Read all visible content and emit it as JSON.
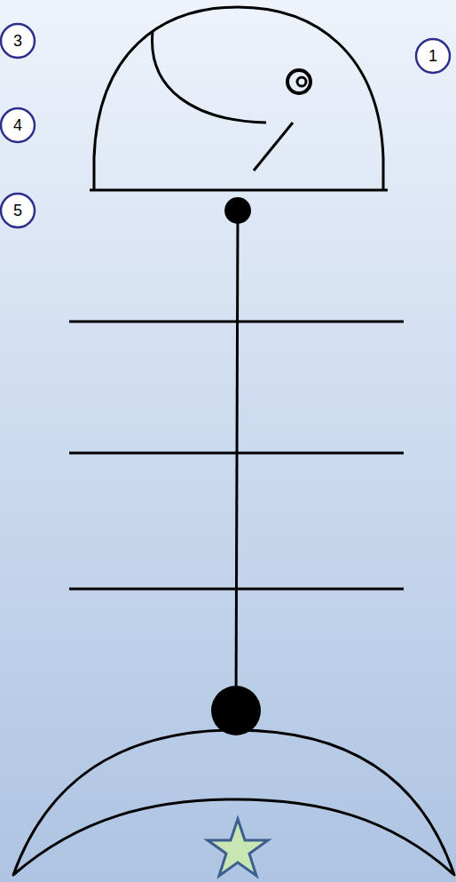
{
  "diagram": {
    "labels": [
      "3",
      "1",
      "4",
      "5"
    ]
  }
}
